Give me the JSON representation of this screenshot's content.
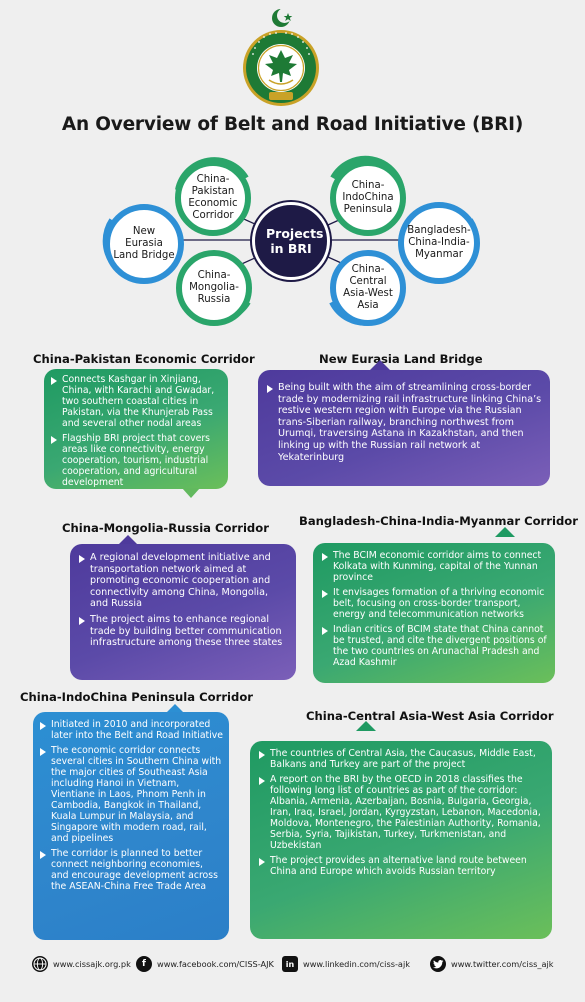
{
  "logo": {
    "org_ring_text": "Center for International Strategic Studies",
    "abbr": "CISS AJK",
    "colors": {
      "ring": "#1e7a35",
      "gold": "#c9a227",
      "green": "#1e7a35"
    }
  },
  "title": "An Overview of Belt and Road Initiative (BRI)",
  "diagram": {
    "hub": "Projects in BRI",
    "nodes": [
      {
        "key": "cpec",
        "label": "China-Pakistan Economic Corridor",
        "color": "#2aa56a"
      },
      {
        "key": "eurasia",
        "label": "New Eurasia Land Bridge",
        "color": "#2e90d6"
      },
      {
        "key": "mongolia",
        "label": "China-Mongolia-Russia",
        "color": "#2aa56a"
      },
      {
        "key": "indochina",
        "label": "China-IndoChina Peninsula",
        "color": "#2aa56a"
      },
      {
        "key": "bcim",
        "label": "Bangladesh-China-India-Myanmar",
        "color": "#2e90d6"
      },
      {
        "key": "central",
        "label": "China-Central Asia-West Asia",
        "color": "#2e90d6"
      }
    ]
  },
  "sections": {
    "cpec": {
      "title": "China-Pakistan Economic Corridor",
      "bullets": [
        "Connects Kashgar in Xinjiang, China, with Karachi and Gwadar, two southern coastal cities in Pakistan, via the Khunjerab Pass and several other nodal areas",
        "Flagship BRI project that covers areas like connectivity, energy cooperation, tourism, industrial cooperation, and agricultural development"
      ]
    },
    "eurasia": {
      "title": "New Eurasia Land Bridge",
      "bullets": [
        "Being built with the aim of streamlining cross-border trade by modernizing rail infrastructure linking China’s restive western region with Europe via the Russian trans-Siberian railway, branching northwest from Urumqi, traversing Astana in Kazakhstan, and then linking up with the Russian rail network at Yekaterinburg"
      ]
    },
    "mongolia": {
      "title": "China-Mongolia-Russia Corridor",
      "bullets": [
        "A regional development initiative and transportation network aimed at promoting economic cooperation and connectivity among China, Mongolia, and Russia",
        "The project aims to enhance regional trade by building better communication infrastructure among these three states"
      ]
    },
    "bcim": {
      "title": "Bangladesh-China-India-Myanmar Corridor",
      "bullets": [
        "The BCIM economic corridor aims to connect Kolkata with Kunming, capital of the Yunnan province",
        "It envisages formation of a thriving economic belt, focusing on cross-border transport, energy and telecommunication networks",
        "Indian critics of BCIM state that China cannot be trusted, and cite the divergent positions of the two countries on Arunachal Pradesh and Azad Kashmir"
      ]
    },
    "indochina": {
      "title": "China-IndoChina Peninsula Corridor",
      "bullets": [
        "Initiated in 2010 and incorporated later into the Belt and Road Initiative",
        "The economic corridor connects several cities in Southern China with the major cities of Southeast Asia including Hanoi in Vietnam, Vientiane in Laos, Phnom Penh in Cambodia, Bangkok in Thailand, Kuala Lumpur in Malaysia, and Singapore with modern road, rail, and pipelines",
        "The corridor is planned to better connect neighboring economies, and encourage development across the ASEAN-China Free Trade Area"
      ]
    },
    "central": {
      "title": "China-Central Asia-West Asia Corridor",
      "bullets": [
        "The countries of Central Asia, the Caucasus, Middle East, Balkans and Turkey are part of the project",
        "A report on the BRI by the OECD in 2018 classifies the following long list of countries as part of the corridor: Albania, Armenia, Azerbaijan, Bosnia, Bulgaria, Georgia, Iran, Iraq, Israel, Jordan, Kyrgyzstan, Lebanon, Macedonia, Moldova, Montenegro, the Palestinian Authority, Romania, Serbia, Syria, Tajikistan, Turkey, Turkmenistan, and Uzbekistan",
        "The project provides an alternative land route between China and Europe which avoids Russian territory"
      ]
    }
  },
  "footer": {
    "website": "www.cissajk.org.pk",
    "facebook": "www.facebook.com/CISS-AJK",
    "linkedin": "www.linkedin.com/ciss-ajk",
    "twitter": "www.twitter.com/ciss_ajk",
    "icons": [
      "globe-icon",
      "facebook-icon",
      "linkedin-icon",
      "twitter-icon"
    ]
  }
}
